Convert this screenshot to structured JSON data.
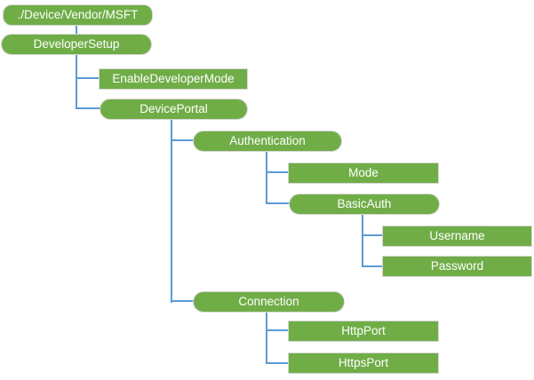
{
  "diagram": {
    "type": "tree",
    "colors": {
      "node_fill": "#70ad47",
      "node_border": "#d8d8d8",
      "connector": "#5b9bd5",
      "text": "#ffffff",
      "background": "#ffffff"
    },
    "nodes": {
      "msft": {
        "label": "./Device/Vendor/MSFT",
        "shape": "rounded"
      },
      "developer_setup": {
        "label": "DeveloperSetup",
        "shape": "pill"
      },
      "enable_developer_mode": {
        "label": "EnableDeveloperMode",
        "shape": "rect"
      },
      "device_portal": {
        "label": "DevicePortal",
        "shape": "pill"
      },
      "authentication": {
        "label": "Authentication",
        "shape": "pill"
      },
      "mode": {
        "label": "Mode",
        "shape": "rect"
      },
      "basic_auth": {
        "label": "BasicAuth",
        "shape": "pill"
      },
      "username": {
        "label": "Username",
        "shape": "rect"
      },
      "password": {
        "label": "Password",
        "shape": "rect"
      },
      "connection": {
        "label": "Connection",
        "shape": "pill"
      },
      "http_port": {
        "label": "HttpPort",
        "shape": "rect"
      },
      "https_port": {
        "label": "HttpsPort",
        "shape": "rect"
      }
    },
    "structure": {
      "root": "msft",
      "children": {
        "msft": [
          "developer_setup"
        ],
        "developer_setup": [
          "enable_developer_mode",
          "device_portal"
        ],
        "device_portal": [
          "authentication",
          "connection"
        ],
        "authentication": [
          "mode",
          "basic_auth"
        ],
        "basic_auth": [
          "username",
          "password"
        ],
        "connection": [
          "http_port",
          "https_port"
        ]
      }
    }
  }
}
